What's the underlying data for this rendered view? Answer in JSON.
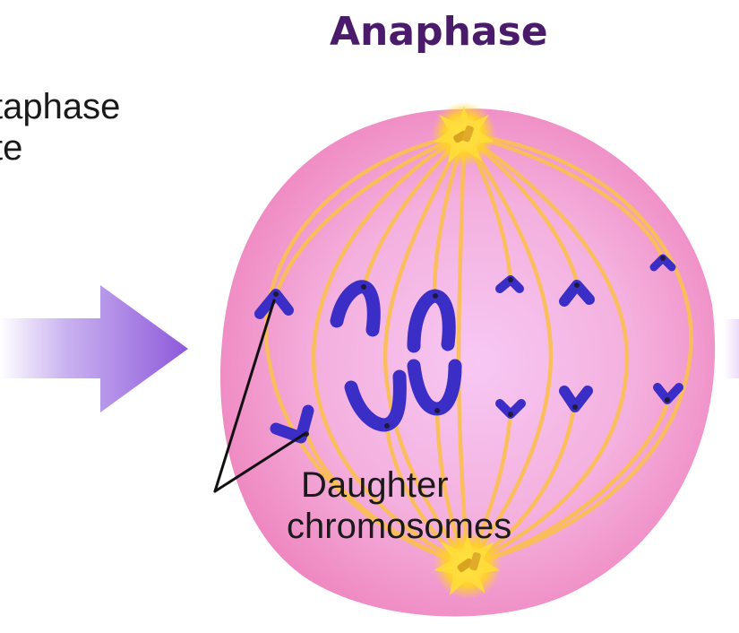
{
  "title": "Anaphase",
  "previous_label": {
    "line1": "taphase",
    "line2": "te"
  },
  "callout": {
    "line1": "Daughter",
    "line2": "chromosomes"
  },
  "colors": {
    "title": "#4a1a6b",
    "cell_outer": "#f48cc0",
    "cell_inner": "#f7c6f2",
    "spindle": "#fbc15a",
    "centrosome": "#ffd531",
    "chromosome": "#3a2fc8",
    "arrow": "#9b6bdf"
  }
}
